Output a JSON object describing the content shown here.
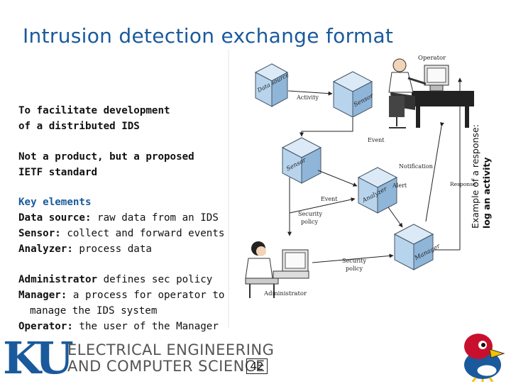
{
  "slide": {
    "title": "Intrusion detection exchange format",
    "bullets": {
      "b1_line1": "To facilitate development",
      "b1_line2": "of a distributed IDS",
      "b2_line1": "Not a product, but a proposed",
      "b2_line2": "IETF standard",
      "key_heading": "Key elements",
      "ds_term": "Data source:",
      "ds_desc": " raw data from an IDS",
      "sensor_term": "Sensor:",
      "sensor_desc": " collect and forward events",
      "analyzer_term": "Analyzer:",
      "analyzer_desc": " process data",
      "admin_term": "Administrator",
      "admin_desc": " defines sec policy",
      "manager_term": "Manager:",
      "manager_desc": " a process for operator to",
      "manager_desc2": "manage the IDS system",
      "operator_term": "Operator:",
      "operator_desc": " the user of the Manager"
    },
    "side_note_line1": "Example of a response:",
    "side_note_line2": "log an activity",
    "page_number": "42"
  },
  "diagram": {
    "nodes": {
      "data_source": "Data source",
      "sensor_top": "Sensor",
      "sensor_mid": "Sensor",
      "analyzer": "Analyzer",
      "manager": "Manager"
    },
    "labels": {
      "operator": "Operator",
      "activity": "Activity",
      "event1": "Event",
      "event2": "Event",
      "notification": "Notification",
      "alert": "Alert",
      "response": "Response",
      "security_policy1_a": "Security",
      "security_policy1_b": "policy",
      "security_policy2_a": "Security",
      "security_policy2_b": "policy",
      "administrator": "Administrator"
    }
  },
  "footer": {
    "logo_letters": "KU",
    "dept_line1": "ELECTRICAL ENGINEERING",
    "dept_line2": "AND COMPUTER SCIENCE"
  },
  "colors": {
    "title": "#1a5a9c",
    "key_elements": "#1a5a9c",
    "cube_front": "#b8d4ec",
    "cube_top": "#dbeaf6",
    "cube_side": "#8fb5d8"
  }
}
